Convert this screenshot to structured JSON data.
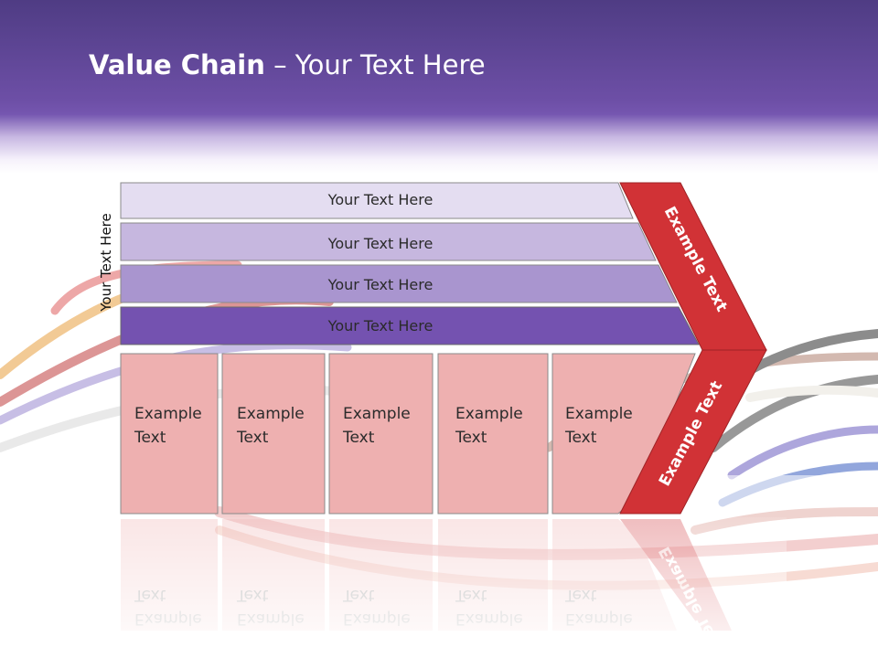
{
  "slide": {
    "title_bold": "Value Chain",
    "title_rest": " – Your Text Here",
    "side_label": "Your Text Here"
  },
  "support_bars": [
    {
      "label": "Your Text Here",
      "color": "#e4ddf1"
    },
    {
      "label": "Your Text Here",
      "color": "#c6b7df"
    },
    {
      "label": "Your Text Here",
      "color": "#a995cf"
    },
    {
      "label": "Your Text Here",
      "color": "#7452b0"
    }
  ],
  "primary_cells": [
    {
      "line1": "Example",
      "line2": "Text"
    },
    {
      "line1": "Example",
      "line2": "Text"
    },
    {
      "line1": "Example",
      "line2": "Text"
    },
    {
      "line1": "Example",
      "line2": "Text"
    },
    {
      "line1": "Example",
      "line2": "Text"
    }
  ],
  "arrow": {
    "upper_label": "Example Text",
    "lower_label": "Example Text",
    "color": "#d13236"
  },
  "colors": {
    "cell_fill": "#eeb0b0",
    "header_purple": "#6d4fa6"
  }
}
